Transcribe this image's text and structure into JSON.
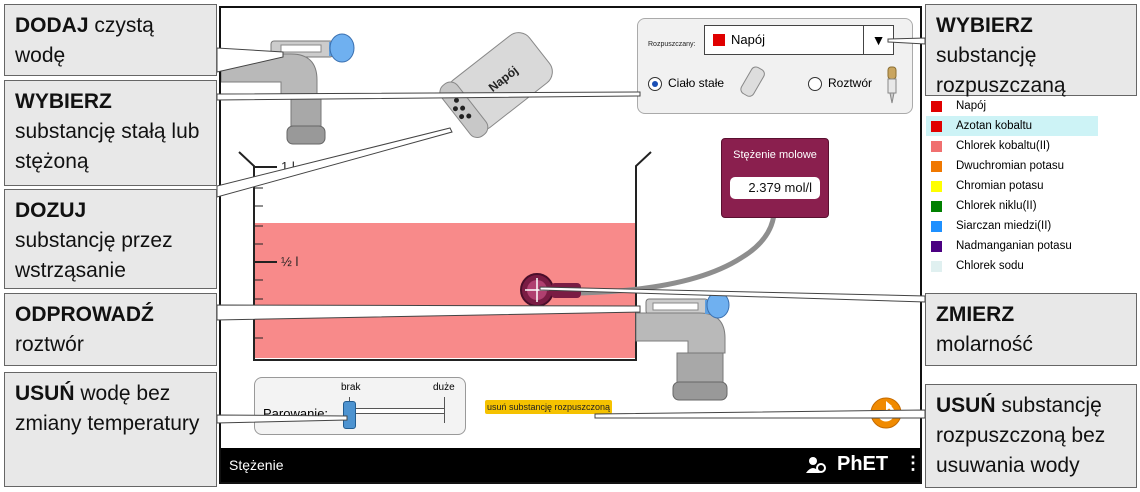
{
  "sim": {
    "title": "Stężenie",
    "brand": "PhET",
    "solute_label": "Rozpuszczany:",
    "selected_solute": "Napój",
    "selected_color": "#e00000",
    "shaker_label": "Napój",
    "radio_solid": "Ciało stałe",
    "radio_solution": "Roztwór",
    "solid_selected": true,
    "meter_label": "Stężenie molowe",
    "meter_value": "2.379 mol/l",
    "beaker_full_label": "1 l",
    "beaker_half_label": "½ l",
    "evaporation_label": "Parowanie:",
    "evap_min_label": "brak",
    "evap_max_label": "duże",
    "evap_level": 0,
    "remove_solute_label": "usuń substancję rozpuszczoną",
    "solution_color": "#f88a8a",
    "bar_color": "#000000"
  },
  "solutes": [
    {
      "name": "Napój",
      "color": "#e00000",
      "highlighted": false
    },
    {
      "name": "Azotan kobaltu",
      "color": "#e00000",
      "highlighted": true
    },
    {
      "name": "Chlorek kobaltu(II)",
      "color": "#f07070",
      "highlighted": false
    },
    {
      "name": "Dwuchromian potasu",
      "color": "#f07800",
      "highlighted": false
    },
    {
      "name": "Chromian potasu",
      "color": "#ffff00",
      "highlighted": false
    },
    {
      "name": "Chlorek niklu(II)",
      "color": "#008000",
      "highlighted": false
    },
    {
      "name": "Siarczan miedzi(II)",
      "color": "#1e90ff",
      "highlighted": false
    },
    {
      "name": "Nadmanganian potasu",
      "color": "#4b0082",
      "highlighted": false
    },
    {
      "name": "Chlorek sodu",
      "color": "#e0f0f0",
      "highlighted": false
    }
  ],
  "callouts": {
    "add_water": {
      "bold": "DODAJ",
      "rest": " czystą wodę"
    },
    "choose_solid": {
      "bold": "WYBIERZ",
      "rest": "substancję stałą lub stężoną"
    },
    "shake": {
      "bold": "DOZUJ",
      "rest": "substancję przez wstrząsanie"
    },
    "drain": {
      "bold": "ODPROWADŹ",
      "rest": "roztwór"
    },
    "evaporate": {
      "bold": "USUŃ",
      "rest": " wodę bez zmiany temperatury"
    },
    "choose_solute": {
      "bold": "WYBIERZ",
      "rest": "substancję rozpuszczaną"
    },
    "measure": {
      "bold": "ZMIERZ",
      "rest": "molarność"
    },
    "remove_solute": {
      "bold": "USUŃ",
      "rest": " substancję rozpuszczoną bez usuwania wody"
    }
  }
}
